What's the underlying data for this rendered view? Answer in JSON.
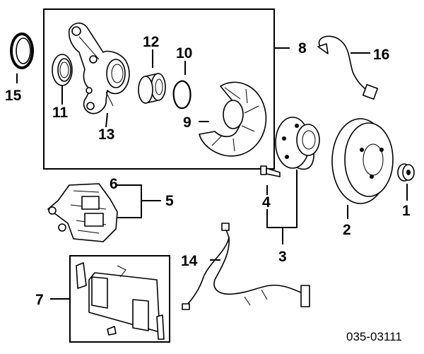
{
  "diagram": {
    "callouts": {
      "c1": "1",
      "c2": "2",
      "c3": "3",
      "c4": "4",
      "c5": "5",
      "c6": "6",
      "c7": "7",
      "c8": "8",
      "c9": "9",
      "c10": "10",
      "c11": "11",
      "c12": "12",
      "c13": "13",
      "c14": "14",
      "c15": "15",
      "c16": "16"
    },
    "code": "035-03111"
  }
}
